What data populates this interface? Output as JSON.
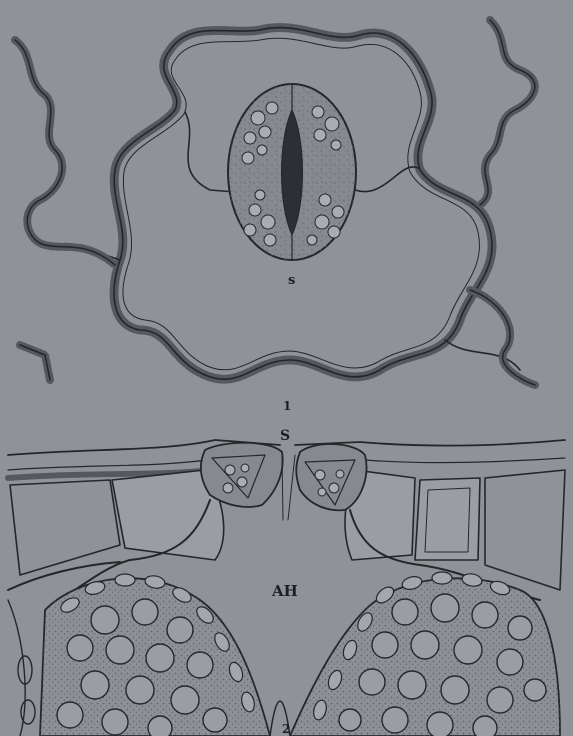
{
  "figure": {
    "label_stoma_top": "s",
    "fig_number_1": "1",
    "label_stoma_section": "S",
    "label_air_chamber": "AH",
    "fig_number_2": "2"
  },
  "colors": {
    "paper": "#8f9397",
    "ink": "#24272a",
    "stipple": "#55585c",
    "cell_fill": "#9a9ea2",
    "guard_fill": "#868a8e"
  }
}
